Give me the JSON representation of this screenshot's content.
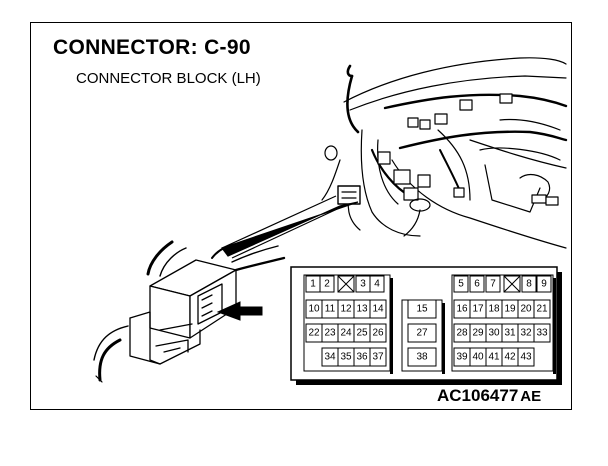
{
  "connector": {
    "title": "CONNECTOR: C-90",
    "subtitle": "CONNECTOR BLOCK (LH)"
  },
  "figure_id": {
    "code": "AC106477",
    "suffix": "AE"
  },
  "pins": {
    "p1": "1",
    "p2": "2",
    "p3": "3",
    "p4": "4",
    "p5": "5",
    "p6": "6",
    "p7": "7",
    "p8": "8",
    "p9": "9",
    "p10": "10",
    "p11": "11",
    "p12": "12",
    "p13": "13",
    "p14": "14",
    "p15": "15",
    "p16": "16",
    "p17": "17",
    "p18": "18",
    "p19": "19",
    "p20": "20",
    "p21": "21",
    "p22": "22",
    "p23": "23",
    "p24": "24",
    "p25": "25",
    "p26": "26",
    "p27": "27",
    "p28": "28",
    "p29": "29",
    "p30": "30",
    "p31": "31",
    "p32": "32",
    "p33": "33",
    "p34": "34",
    "p35": "35",
    "p36": "36",
    "p37": "37",
    "p38": "38",
    "p39": "39",
    "p40": "40",
    "p41": "41",
    "p42": "42",
    "p43": "43"
  },
  "unused_cavities": 2,
  "colors": {
    "ink": "#000000",
    "shadow": "#000000",
    "paper": "#ffffff"
  }
}
